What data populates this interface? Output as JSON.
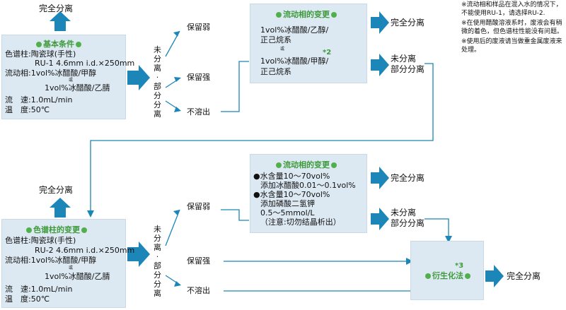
{
  "top_result": "完全分离",
  "basic": {
    "title": "基本条件",
    "column_label": "色谱柱:陶瓷球(手性)",
    "column_spec": "RU-1 4.6mm i.d.×250mm",
    "mobile_label": "流动相:1vol%冰醋酸/甲醇",
    "or": "或",
    "mobile_alt": "1vol%冰醋酸/乙腈",
    "flow": "流　速:1.0mL/min",
    "temp": "温　度:50℃"
  },
  "branch_label": "未分离·部分分离",
  "outcomes": {
    "weak": "保留弱",
    "strong": "保留强",
    "insoluble": "不溶出"
  },
  "mobile_change": {
    "title": "流动相的变更",
    "line1": "1vol%冰醋酸/乙醇/",
    "line2": "正己烷系",
    "or": "或",
    "line3": "1vol%冰醋酸/甲醇/",
    "line4": "正己烷系",
    "mark": "*2"
  },
  "result_complete": "完全分离",
  "result_unsep_1": "未分离",
  "result_unsep_2": "部分分离",
  "notes": [
    "※流动相和样品在混入水的情况下，不能使用RU-1，请选择RU-2.",
    "※在使用醋酸溶液系时，废液会有稍微的着色，但色谱柱性能没有问题。",
    "※使用后的废液请当做重金属废液来处理。"
  ],
  "mid_result": "完全分离",
  "column_change": {
    "title": "色谱柱的变更",
    "column_label": "色谱柱:陶瓷球(手性)",
    "column_spec": "RU-2 4.6mm i.d.×250mm",
    "mobile_label": "流动相:1vol%冰醋酸/甲醇",
    "or": "或",
    "mobile_alt": "1vol%冰醋酸/乙腈",
    "flow": "流　速:1.0mL/min",
    "temp": "温　度:50℃"
  },
  "mobile_change2": {
    "title": "流动相的变更",
    "l1": "●水含量10～70vol%",
    "l2": "添加冰醋酸0.01～0.1vol%",
    "l3": "●水含量10～70vol%",
    "l4": "添加磷酸二氢钾",
    "l5": "0.5～5mmol/L",
    "l6": "（注意:切勿结晶析出）"
  },
  "deriv": {
    "title": "衍生化法",
    "mark": "*3"
  },
  "colors": {
    "arrow": "#1c86b8",
    "box": "#dde9f2",
    "accent": "#52b04c"
  }
}
